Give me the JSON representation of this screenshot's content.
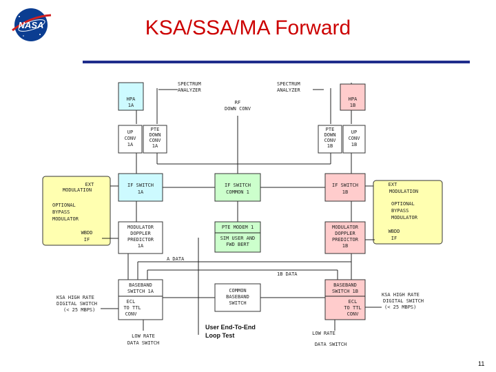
{
  "title": "KSA/SSA/MA Forward",
  "page_number": "11",
  "logo_text": "NASA",
  "colors": {
    "title": "#cc0000",
    "rule": "#1f2d8c",
    "blue_box": "#cdfaff",
    "pink_box": "#ffcccc",
    "green_box": "#ccffcc",
    "yellow_panel": "#ffffb0"
  },
  "blocks": {
    "hpa_1a": [
      "HPA",
      "1A"
    ],
    "hpa_1b": [
      "HPA",
      "1B"
    ],
    "up_conv_1a": [
      "UP",
      "CONV",
      "1A"
    ],
    "pte_down_conv_1a": [
      "PTE",
      "DOWN",
      "CONV",
      "1A"
    ],
    "pte_down_conv_1b": [
      "PTE",
      "DOWN",
      "CONV",
      "1B"
    ],
    "up_conv_1b": [
      "UP",
      "CONV",
      "1B"
    ],
    "if_switch_1a": [
      "IF SWITCH",
      "1A"
    ],
    "if_switch_common": [
      "IF SWITCH",
      "COMMON 1"
    ],
    "if_switch_1b": [
      "IF SWITCH",
      "1B"
    ],
    "modulator_1a": [
      "MODULATOR",
      "DOPPLER",
      "PREDICTOR",
      "1A"
    ],
    "pte_modem": [
      "PTE MODEM 1",
      "SIM USER AND",
      "FWD BERT"
    ],
    "modulator_1b": [
      "MODULATOR",
      "DOPPLER",
      "PREDICTOR",
      "1B"
    ],
    "baseband_1a": [
      "BASEBAND",
      "SWITCH 1A"
    ],
    "ecl_1a": [
      "ECL",
      "TO TTL",
      "CONV"
    ],
    "common_baseband": [
      "COMMON",
      "BASEBAND",
      "SWITCH"
    ],
    "baseband_1b": [
      "BASEBAND",
      "SWITCH 1B"
    ],
    "ecl_1b": [
      "ECL",
      "TO TTL",
      "CONV"
    ]
  },
  "labels": {
    "spectrum_left": [
      "SPECTRUM",
      "ANALYZER"
    ],
    "spectrum_right": [
      "SPECTRUM",
      "ANALYZER"
    ],
    "rf_down_conv": [
      "RF",
      "DOWN CONV"
    ],
    "ext_mod_left": [
      "EXT",
      "MODULATION"
    ],
    "optional_left": [
      "OPTIONAL",
      "BYPASS",
      "MODULATOR"
    ],
    "wbdd_left": [
      "WBDD",
      "IF"
    ],
    "ext_mod_right": [
      "EXT",
      "MODULATION"
    ],
    "optional_right": [
      "OPTIONAL",
      "BYPASS",
      "MODULATOR"
    ],
    "wbdd_right": [
      "WBDD",
      "IF"
    ],
    "a_data": "A DATA",
    "b_data": "1B DATA",
    "ksa_left": [
      "KSA HIGH RATE",
      "DIGITAL SWITCH",
      "(< 25 MBPS)"
    ],
    "ksa_right": [
      "KSA HIGH RATE",
      "DIGITAL SWITCH",
      "(< 25 MBPS)"
    ],
    "low_rate_left": [
      "LOW RATE",
      "DATA SWITCH"
    ],
    "low_rate_right": [
      "LOW RATE",
      "DATA SWITCH"
    ],
    "loop_test": [
      "User End-To-End",
      "Loop Test"
    ]
  }
}
